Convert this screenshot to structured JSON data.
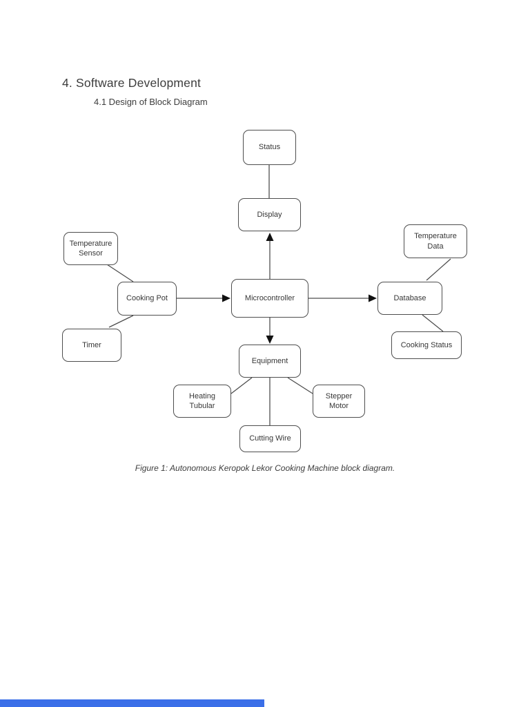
{
  "page": {
    "heading": "4. Software Development",
    "subheading": "4.1 Design of Block Diagram",
    "caption": "Figure 1: Autonomous Keropok Lekor Cooking Machine block diagram."
  },
  "diagram": {
    "nodes": [
      {
        "id": "status",
        "label": "Status"
      },
      {
        "id": "display",
        "label": "Display"
      },
      {
        "id": "temperature-sensor",
        "label": "Temperature Sensor"
      },
      {
        "id": "cooking-pot",
        "label": "Cooking Pot"
      },
      {
        "id": "timer",
        "label": "Timer"
      },
      {
        "id": "microcontroller",
        "label": "Microcontroller"
      },
      {
        "id": "temperature-data",
        "label": "Temperature Data"
      },
      {
        "id": "database",
        "label": "Database"
      },
      {
        "id": "cooking-status",
        "label": "Cooking Status"
      },
      {
        "id": "equipment",
        "label": "Equipment"
      },
      {
        "id": "heating-tubular",
        "label": "Heating Tubular"
      },
      {
        "id": "stepper-motor",
        "label": "Stepper Motor"
      },
      {
        "id": "cutting-wire",
        "label": "Cutting Wire"
      }
    ],
    "edges": [
      {
        "from": "status",
        "to": "display",
        "arrow": "none"
      },
      {
        "from": "microcontroller",
        "to": "display",
        "arrow": "to"
      },
      {
        "from": "temperature-sensor",
        "to": "cooking-pot",
        "arrow": "none"
      },
      {
        "from": "timer",
        "to": "cooking-pot",
        "arrow": "none"
      },
      {
        "from": "cooking-pot",
        "to": "microcontroller",
        "arrow": "to"
      },
      {
        "from": "microcontroller",
        "to": "database",
        "arrow": "to"
      },
      {
        "from": "microcontroller",
        "to": "equipment",
        "arrow": "to"
      },
      {
        "from": "temperature-data",
        "to": "database",
        "arrow": "none"
      },
      {
        "from": "database",
        "to": "cooking-status",
        "arrow": "none"
      },
      {
        "from": "equipment",
        "to": "heating-tubular",
        "arrow": "none"
      },
      {
        "from": "equipment",
        "to": "cutting-wire",
        "arrow": "none"
      },
      {
        "from": "equipment",
        "to": "stepper-motor",
        "arrow": "none"
      }
    ],
    "colors": {
      "line": "#4d4d4d",
      "box_border": "#4d4d4d",
      "text": "#363636",
      "arrowhead": "#111111"
    }
  },
  "viewer": {
    "progress_bar_color": "#3b6fe8"
  }
}
